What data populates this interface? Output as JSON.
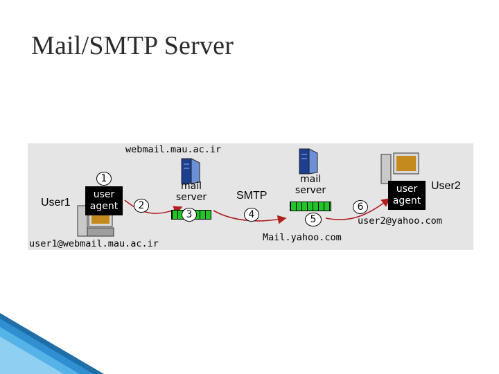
{
  "slide": {
    "title": "Mail/SMTP Server"
  },
  "diagram": {
    "domain_top": "webmail.mau.ac.ir",
    "user1": {
      "name": "User1",
      "address": "user1@webmail.mau.ac.ir"
    },
    "user2": {
      "name": "User2",
      "address": "user2@yahoo.com"
    },
    "agent_line1": "user",
    "agent_line2": "agent",
    "server_line1": "mail",
    "server_line2": "server",
    "protocol": "SMTP",
    "remote_domain": "Mail.yahoo.com",
    "steps": [
      "1",
      "2",
      "3",
      "4",
      "5",
      "6"
    ],
    "colors": {
      "panel": "#e5e5e5",
      "queue": "#22c42a",
      "arrow": "#b01e1e",
      "accent": "#1f8fd1"
    }
  }
}
